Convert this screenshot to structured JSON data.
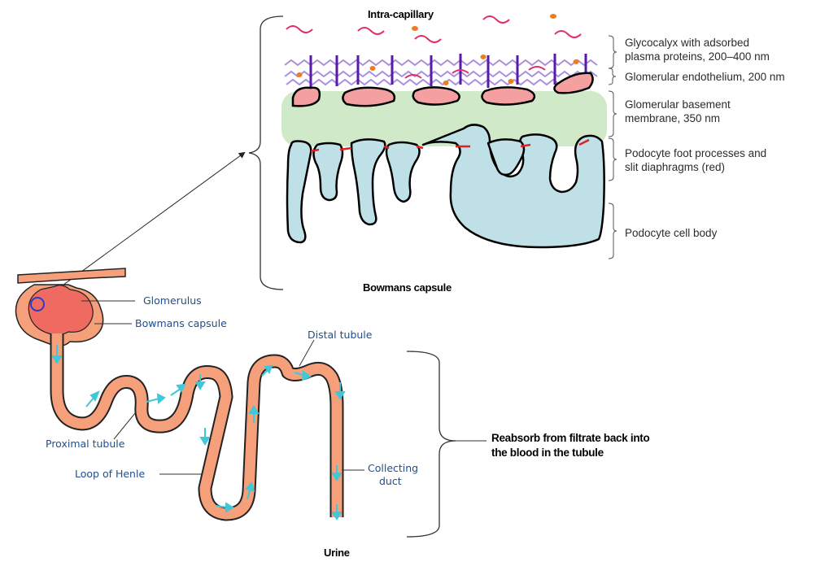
{
  "filtration_barrier": {
    "top_label": "Intra-capillary",
    "bottom_label": "Bowmans capsule",
    "layers": [
      {
        "line1": "Glycocalyx with adsorbed",
        "line2": "plasma proteins, 200–400 nm"
      },
      {
        "line1": "Glomerular endothelium, 200 nm",
        "line2": ""
      },
      {
        "line1": "Glomerular basement",
        "line2": "membrane, 350 nm"
      },
      {
        "line1": "Podocyte foot processes and",
        "line2": "slit diaphragms (red)"
      },
      {
        "line1": "Podocyte cell body",
        "line2": ""
      }
    ],
    "colors": {
      "basement_membrane": "#cfe9c9",
      "endothelium": "#f4a0a0",
      "podocyte": "#bfe0e6",
      "slit_diaphragm": "#e02020",
      "glycocalyx": "#a98fe0"
    }
  },
  "nephron": {
    "labels": {
      "glomerulus": "Glomerulus",
      "bowmans_capsule": "Bowmans capsule",
      "proximal_tubule": "Proximal tubule",
      "loop_of_henle": "Loop of Henle",
      "distal_tubule": "Distal tubule",
      "collecting_duct_1": "Collecting",
      "collecting_duct_2": "duct",
      "urine": "Urine"
    },
    "colors": {
      "tubule": "#f5a07a",
      "arrow": "#40c8d8"
    }
  },
  "reabsorb_note": {
    "line1": "Reabsorb from filtrate back into",
    "line2": "the blood in the tubule"
  }
}
